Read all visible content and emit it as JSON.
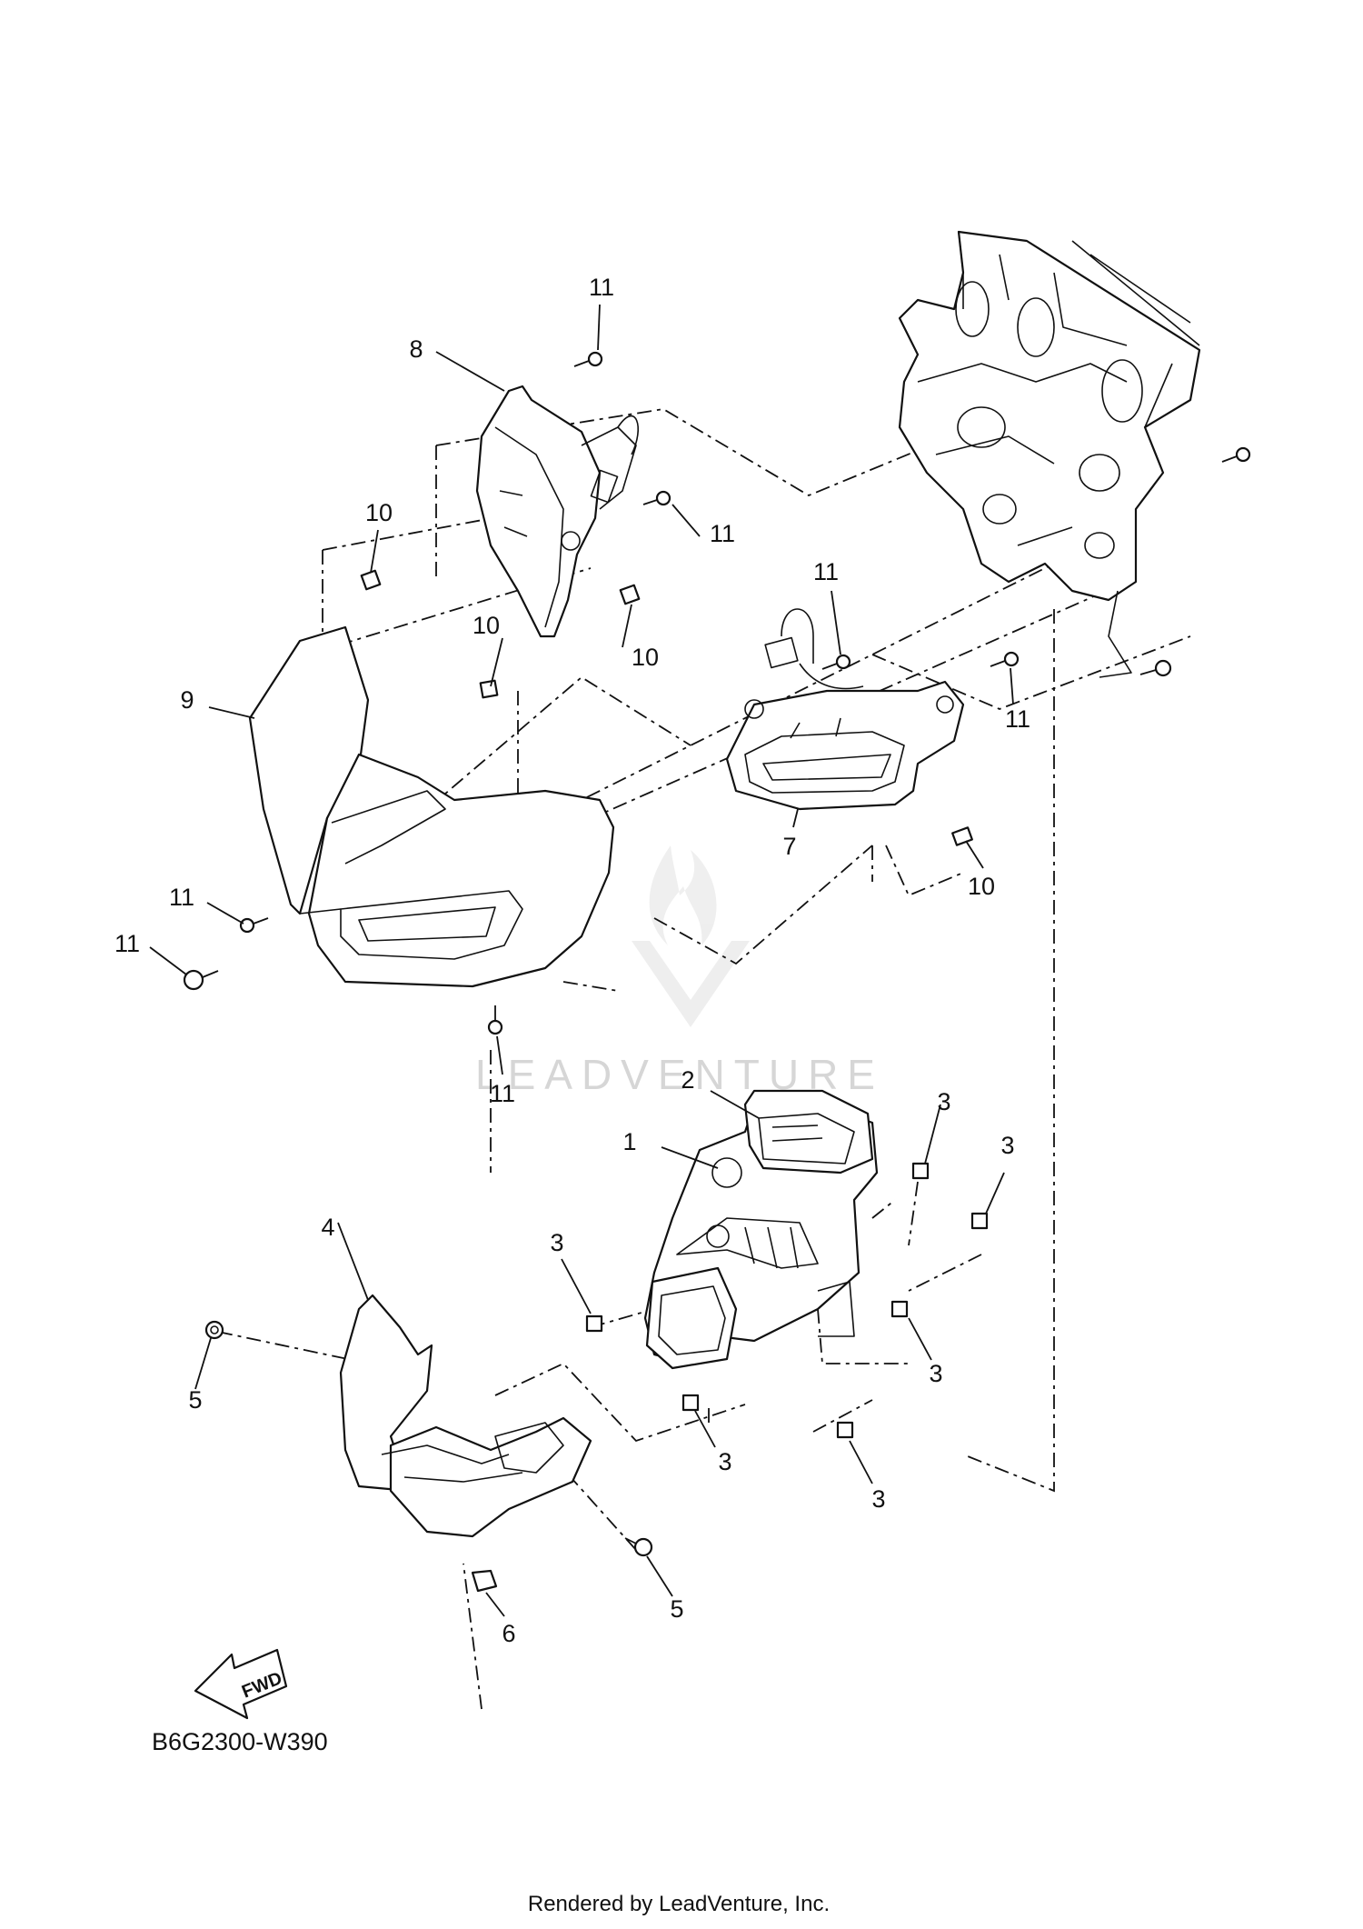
{
  "callouts": [
    {
      "id": "c11-top",
      "text": "11"
    },
    {
      "id": "c8",
      "text": "8"
    },
    {
      "id": "c10-left",
      "text": "10"
    },
    {
      "id": "c11-mid",
      "text": "11"
    },
    {
      "id": "c10-center-a",
      "text": "10"
    },
    {
      "id": "c10-center-b",
      "text": "10"
    },
    {
      "id": "c11-right-top",
      "text": "11"
    },
    {
      "id": "c9",
      "text": "9"
    },
    {
      "id": "c11-right",
      "text": "11"
    },
    {
      "id": "c7",
      "text": "7"
    },
    {
      "id": "c10-right",
      "text": "10"
    },
    {
      "id": "c11-left-a",
      "text": "11"
    },
    {
      "id": "c11-left-b",
      "text": "11"
    },
    {
      "id": "c11-bottom",
      "text": "11"
    },
    {
      "id": "c2",
      "text": "2"
    },
    {
      "id": "c1",
      "text": "1"
    },
    {
      "id": "c3-a",
      "text": "3"
    },
    {
      "id": "c3-b",
      "text": "3"
    },
    {
      "id": "c4",
      "text": "4"
    },
    {
      "id": "c3-c",
      "text": "3"
    },
    {
      "id": "c3-d",
      "text": "3"
    },
    {
      "id": "c5-left",
      "text": "5"
    },
    {
      "id": "c3-e",
      "text": "3"
    },
    {
      "id": "c3-f",
      "text": "3"
    },
    {
      "id": "c5-right",
      "text": "5"
    },
    {
      "id": "c6",
      "text": "6"
    }
  ],
  "fwd_label": "FWD",
  "diagram_code": "B6G2300-W390",
  "watermark": "LEADVENTURE",
  "footer": "Rendered by LeadVenture, Inc."
}
